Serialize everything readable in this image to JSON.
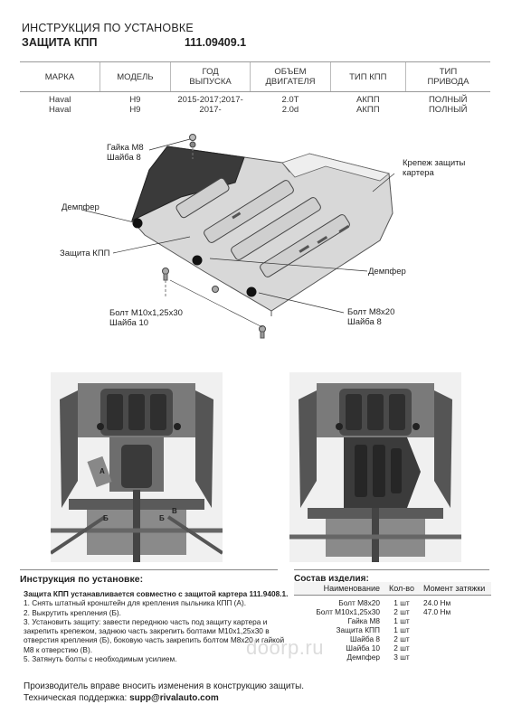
{
  "header": {
    "title": "ИНСТРУКЦИЯ ПО УСТАНОВКЕ",
    "product": "ЗАЩИТА КПП",
    "code": "111.09409.1"
  },
  "spec": {
    "columns": [
      "МАРКА",
      "МОДЕЛЬ",
      "ГОД ВЫПУСКА",
      "ОБЪЕМ ДВИГАТЕЛЯ",
      "ТИП КПП",
      "ТИП ПРИВОДА"
    ],
    "rows": [
      [
        "Haval",
        "H9",
        "2015-2017;2017-",
        "2.0T",
        "АКПП",
        "ПОЛНЫЙ"
      ],
      [
        "Haval",
        "H9",
        "2017-",
        "2.0d",
        "АКПП",
        "ПОЛНЫЙ"
      ]
    ]
  },
  "diagram": {
    "nut": "Гайка М8",
    "washer8": "Шайба 8",
    "mount": "Крепеж защиты картера",
    "damper_left": "Демпфер",
    "skid": "Защита КПП",
    "damper_right": "Демпфер",
    "bolt10": "Болт М10х1,25х30",
    "washer10": "Шайба 10",
    "bolt8": "Болт М8х20",
    "washer8b": "Шайба 8"
  },
  "photo_labels": {
    "a": "А",
    "b1": "Б",
    "b2": "Б",
    "v": "В"
  },
  "instructions": {
    "title": "Инструкция по установке:",
    "intro": "Защита КПП устанавливается совместно с защитой картера 111.9408.1.",
    "steps": [
      "1. Снять штатный кронштейн для крепления пыльника КПП (А).",
      "2. Выкрутить крепления (Б).",
      "3. Установить защиту: завести переднюю часть под защиту картера и закрепить крепежом, заднюю часть закрепить болтами М10х1,25х30 в отверстия крепления (Б), боковую часть закрепить болтом М8х20 и гайкой М8 к отверстию (В).",
      "5. Затянуть болты с необходимым усилием."
    ]
  },
  "composition": {
    "title": "Состав изделия:",
    "headers": [
      "Наименование",
      "Кол-во",
      "Момент затяжки"
    ],
    "rows": [
      [
        "Болт М8х20",
        "1 шт",
        "24.0 Нм"
      ],
      [
        "Болт М10х1,25х30",
        "2 шт",
        "47.0 Нм"
      ],
      [
        "Гайка М8",
        "1 шт",
        ""
      ],
      [
        "Защита КПП",
        "1 шт",
        ""
      ],
      [
        "Шайба 8",
        "2 шт",
        ""
      ],
      [
        "Шайба 10",
        "2 шт",
        ""
      ],
      [
        "Демпфер",
        "3 шт",
        ""
      ]
    ]
  },
  "watermark": "doorp.ru",
  "footer": {
    "line1": "Производитель вправе вносить изменения в конструкцию защиты.",
    "support_label": "Техническая поддержка:",
    "support_email": "supp@rivalauto.com"
  }
}
